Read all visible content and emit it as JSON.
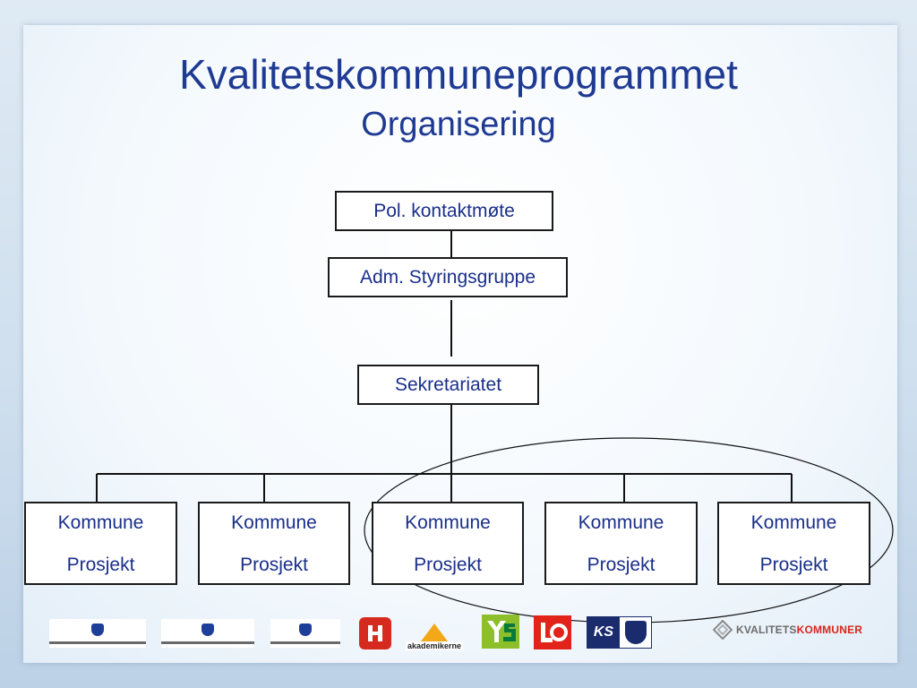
{
  "slide": {
    "title": "Kvalitetskommuneprogrammet",
    "subtitle": "Organisering"
  },
  "org": {
    "top": "Pol. kontaktmøte",
    "admin": "Adm. Styringsgruppe",
    "secretariat": "Sekretariatet",
    "projects": [
      {
        "line1": "Kommune",
        "line2": "Prosjekt"
      },
      {
        "line1": "Kommune",
        "line2": "Prosjekt"
      },
      {
        "line1": "Kommune",
        "line2": "Prosjekt"
      },
      {
        "line1": "Kommune",
        "line2": "Prosjekt"
      },
      {
        "line1": "Kommune",
        "line2": "Prosjekt"
      }
    ]
  },
  "footer": {
    "logos": {
      "akademikerne": "akademikerne",
      "ks": "KS"
    },
    "brand_part1": "KVALITETS",
    "brand_part2": "KOMMUNER"
  },
  "colors": {
    "title": "#1f3a93",
    "box_text": "#1a2f8a",
    "border": "#1a1a1a",
    "brand_red": "#d9261c"
  }
}
